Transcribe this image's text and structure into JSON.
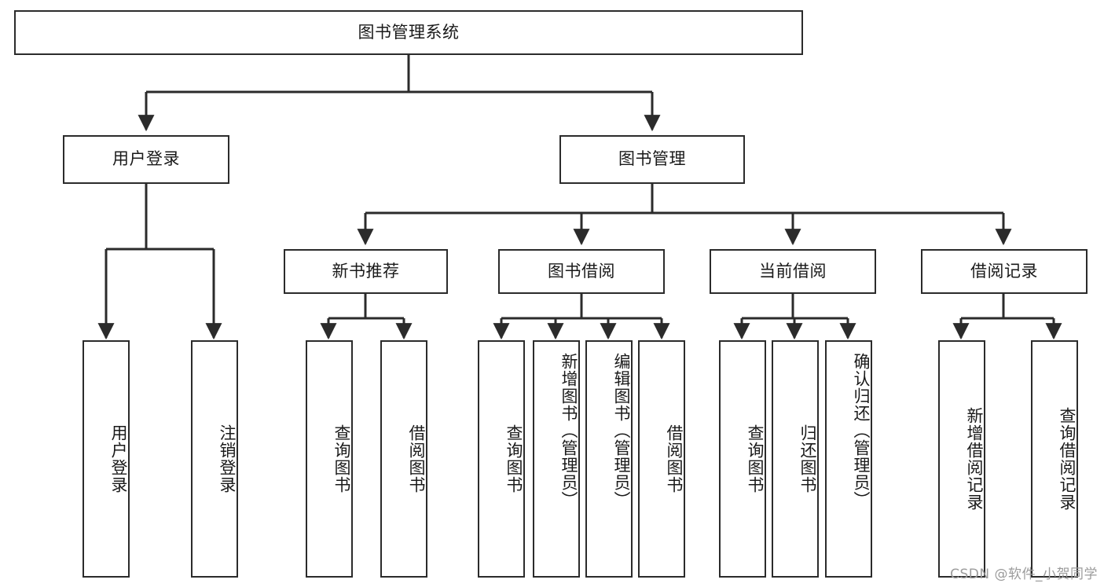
{
  "diagram": {
    "title": "图书管理系统",
    "type": "tree-structure-chart",
    "colors": {
      "box_border": "#2b2b2b",
      "box_fill": "#ffffff",
      "edge": "#2b2b2b",
      "text": "#1a1a1a",
      "watermark": "#9b9b9b",
      "background": "#ffffff"
    },
    "levels": {
      "root": {
        "label": "图书管理系统",
        "orientation": "horizontal"
      },
      "level2": [
        {
          "id": "user-login",
          "label": "用户登录",
          "orientation": "horizontal"
        },
        {
          "id": "book-management",
          "label": "图书管理",
          "orientation": "horizontal"
        }
      ],
      "level3": [
        {
          "id": "new-book-recommend",
          "label": "新书推荐",
          "orientation": "horizontal",
          "parent": "book-management"
        },
        {
          "id": "book-borrow",
          "label": "图书借阅",
          "orientation": "horizontal",
          "parent": "book-management"
        },
        {
          "id": "current-borrow",
          "label": "当前借阅",
          "orientation": "horizontal",
          "parent": "book-management"
        },
        {
          "id": "borrow-record",
          "label": "借阅记录",
          "orientation": "horizontal",
          "parent": "book-management"
        }
      ],
      "leaves": [
        {
          "id": "leaf-user-login",
          "label": "用户登录",
          "orientation": "vertical",
          "parent": "user-login"
        },
        {
          "id": "leaf-user-logout",
          "label": "注销登录",
          "orientation": "vertical",
          "parent": "user-login"
        },
        {
          "id": "leaf-query-book-1",
          "label": "查询图书",
          "orientation": "vertical",
          "parent": "new-book-recommend"
        },
        {
          "id": "leaf-borrow-book-1",
          "label": "借阅图书",
          "orientation": "vertical",
          "parent": "new-book-recommend"
        },
        {
          "id": "leaf-query-book-2",
          "label": "查询图书",
          "orientation": "vertical",
          "parent": "book-borrow"
        },
        {
          "id": "leaf-add-book",
          "label": "新增图书（管理员）",
          "orientation": "vertical",
          "parent": "book-borrow"
        },
        {
          "id": "leaf-edit-book",
          "label": "编辑图书（管理员）",
          "orientation": "vertical",
          "parent": "book-borrow"
        },
        {
          "id": "leaf-borrow-book-2",
          "label": "借阅图书",
          "orientation": "vertical",
          "parent": "book-borrow"
        },
        {
          "id": "leaf-query-book-3",
          "label": "查询图书",
          "orientation": "vertical",
          "parent": "current-borrow"
        },
        {
          "id": "leaf-return-book",
          "label": "归还图书",
          "orientation": "vertical",
          "parent": "current-borrow"
        },
        {
          "id": "leaf-confirm-return",
          "label": "确认归还（管理员）",
          "orientation": "vertical",
          "parent": "current-borrow"
        },
        {
          "id": "leaf-add-record",
          "label": "新增借阅记录",
          "orientation": "vertical",
          "parent": "borrow-record"
        },
        {
          "id": "leaf-query-record",
          "label": "查询借阅记录",
          "orientation": "vertical",
          "parent": "borrow-record"
        }
      ]
    },
    "watermark": "CSDN @软件_小贺同学"
  }
}
